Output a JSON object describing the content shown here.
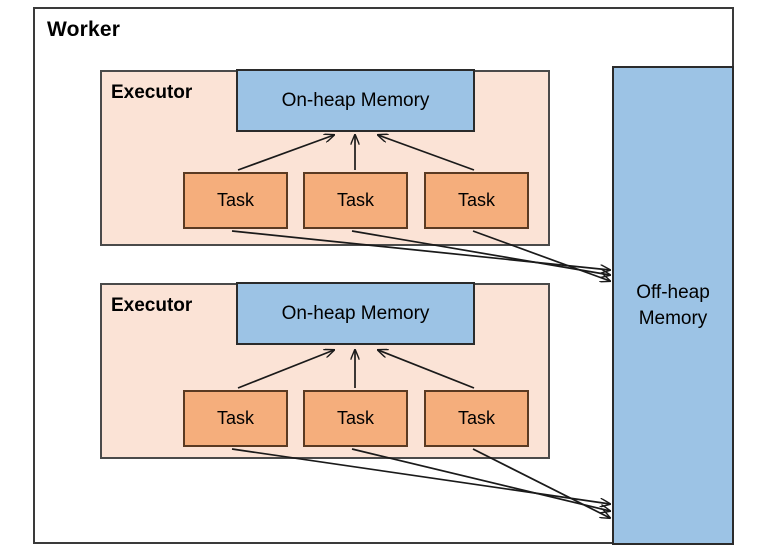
{
  "diagram": {
    "title": "Worker",
    "type": "architecture-block-diagram",
    "colors": {
      "executor_fill": "#FBE3D6",
      "memory_fill": "#9CC3E5",
      "task_fill": "#F5AE7C",
      "worker_fill": "#FFFFFF",
      "stroke": "#2B2B2B"
    }
  },
  "worker": {
    "label": "Worker",
    "executors": [
      {
        "label": "Executor",
        "on_heap": {
          "label": "On-heap Memory"
        },
        "tasks": [
          {
            "label": "Task"
          },
          {
            "label": "Task"
          },
          {
            "label": "Task"
          }
        ]
      },
      {
        "label": "Executor",
        "on_heap": {
          "label": "On-heap Memory"
        },
        "tasks": [
          {
            "label": "Task"
          },
          {
            "label": "Task"
          },
          {
            "label": "Task"
          }
        ]
      }
    ],
    "off_heap": {
      "label_line_1": "Off-heap",
      "label_line_2": "Memory"
    }
  },
  "connections": {
    "task_to_on_heap": "Each Task points to its Executor's On-heap Memory",
    "task_to_off_heap": "Each Task points to the shared Off-heap Memory"
  }
}
